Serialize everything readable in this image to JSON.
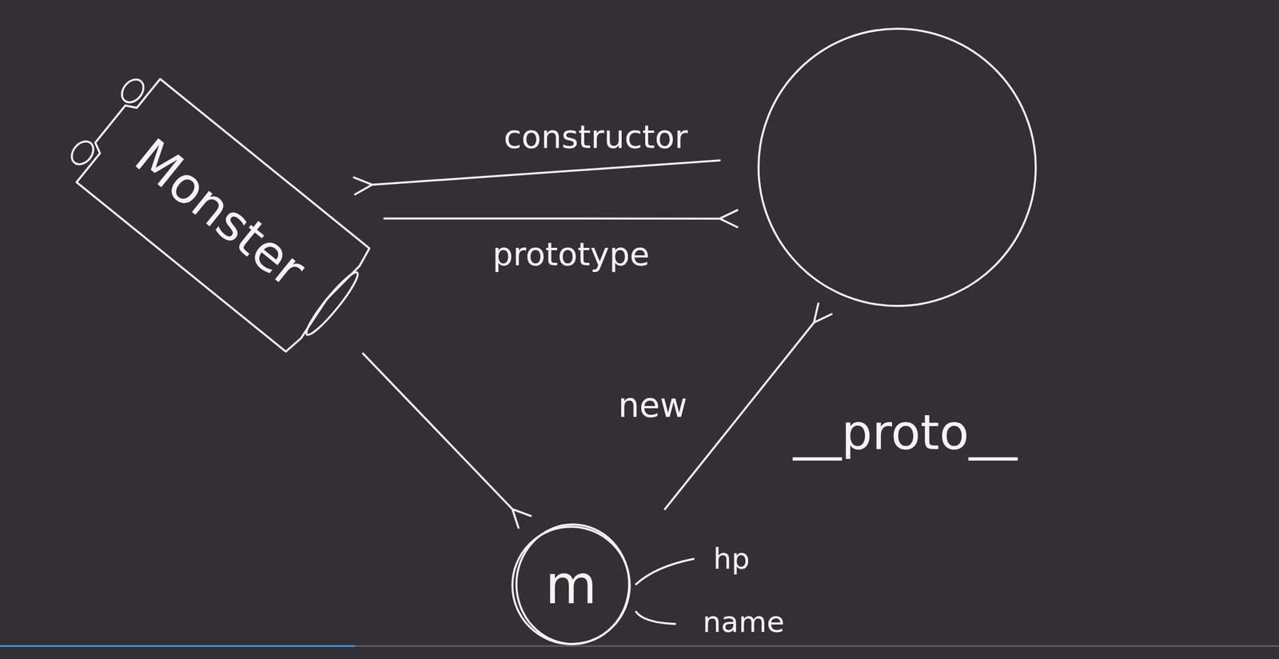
{
  "diagram": {
    "nodes": [
      {
        "text": [
          "Monster"
        ]
      },
      {
        "text": []
      },
      {
        "text": [
          "m"
        ]
      }
    ],
    "edges": [
      {
        "from": 1,
        "to": 0,
        "arrow": "to",
        "label": "constructor"
      },
      {
        "from": 0,
        "to": 1,
        "arrow": "to",
        "label": "prototype"
      },
      {
        "from": 0,
        "to": 2,
        "arrow": "to",
        "label": "new"
      },
      {
        "from": 2,
        "to": 1,
        "arrow": "to",
        "label": "__proto__"
      }
    ],
    "labels": [
      "hp",
      "name"
    ]
  }
}
